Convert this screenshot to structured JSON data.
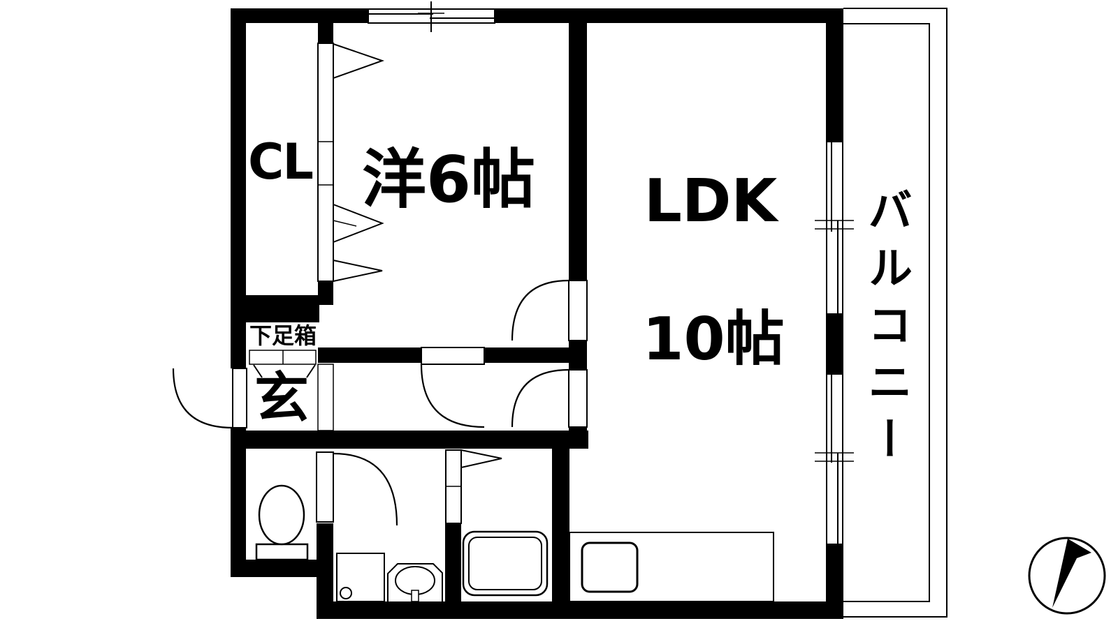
{
  "floorplan": {
    "rooms": {
      "closet": {
        "label": "CL"
      },
      "western_room": {
        "label": "洋6帖"
      },
      "ldk": {
        "label_line1": "LDK",
        "label_line2": "10帖"
      },
      "balcony": {
        "label": "バルコニー"
      },
      "entrance": {
        "label": "玄"
      },
      "shoe_box": {
        "label": "下足箱"
      }
    },
    "colors": {
      "wall": "#000000",
      "line": "#000000",
      "background": "#ffffff"
    }
  }
}
